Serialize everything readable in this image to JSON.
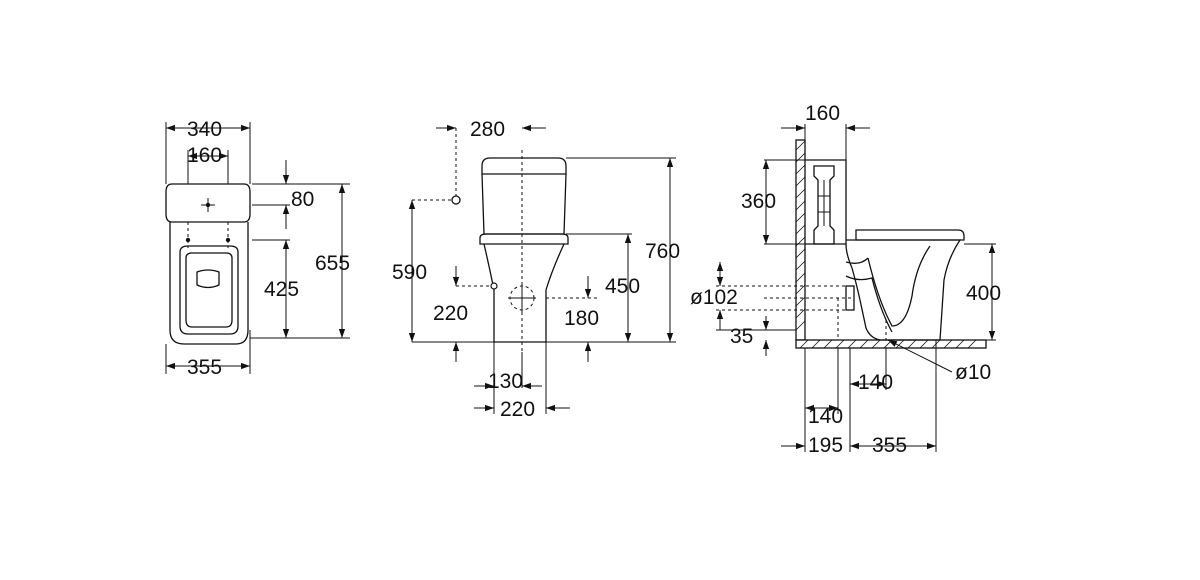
{
  "top_view": {
    "dims": {
      "overall_width": "340",
      "hole_spacing": "160",
      "hole_offset": "80",
      "seat_length": "425",
      "overall_length": "655",
      "bowl_width": "355"
    }
  },
  "front_view": {
    "dims": {
      "inlet_offset": "280",
      "inlet_height": "590",
      "side_fix_height": "220",
      "rim_height": "450",
      "total_height": "760",
      "outlet_center_height": "180",
      "foot_half_width": "130",
      "foot_width": "220"
    }
  },
  "side_view": {
    "dims": {
      "tank_depth": "160",
      "tank_height": "360",
      "outlet_diameter": "ø102",
      "outlet_floor_gap": "35",
      "bowl_height": "400",
      "fix_hole_diameter": "ø10",
      "fix_hole_spacing": "140",
      "outlet_wall_distance": "140",
      "wall_to_outlet": "195",
      "outlet_to_front": "355"
    }
  }
}
